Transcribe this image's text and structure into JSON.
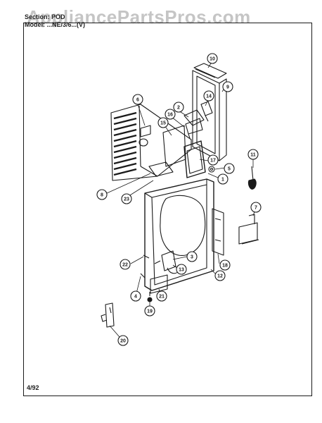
{
  "header": {
    "section_line": "Section: POD",
    "model_line": "Model: ...NE/3/6...(V)"
  },
  "watermark": "AppliancePartsPros.com",
  "footer": {
    "date_code": "4/92"
  },
  "callouts": [
    "10",
    "9",
    "6",
    "14",
    "2",
    "16",
    "15",
    "17",
    "5",
    "1",
    "11",
    "8",
    "23",
    "7",
    "3",
    "22",
    "13",
    "18",
    "12",
    "4",
    "21",
    "19",
    "20"
  ],
  "colors": {
    "ink": "#1a1a1a",
    "watermark": "#969696",
    "background": "#ffffff"
  }
}
